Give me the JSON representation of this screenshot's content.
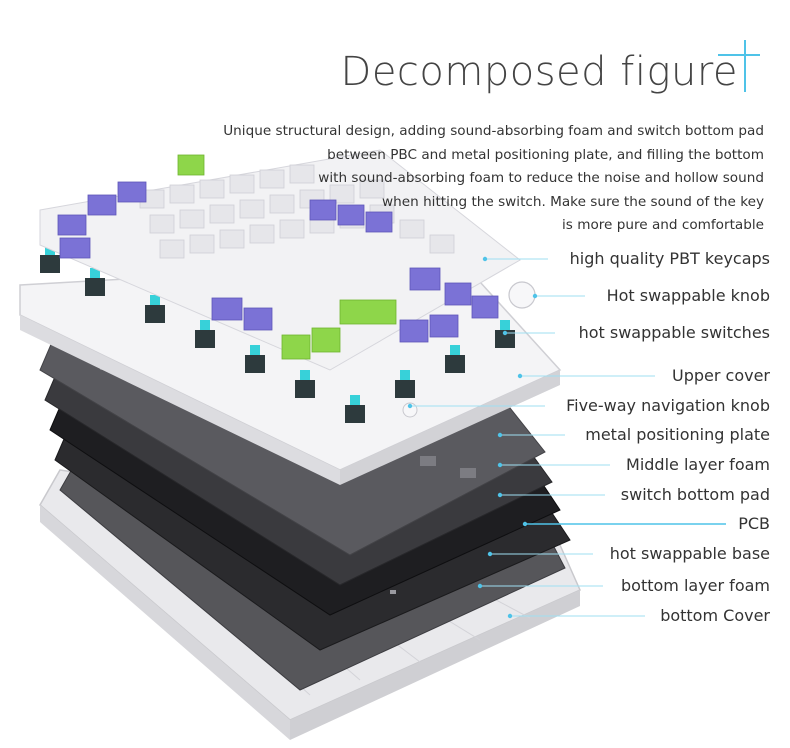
{
  "title": "Decomposed figure",
  "description_lines": [
    "Unique structural design, adding sound-absorbing foam and switch bottom pad",
    "between PBC and metal positioning plate, and filling the bottom",
    "with sound-absorbing foam to reduce the noise and hollow sound",
    "when hitting the switch. Make sure the sound of the key",
    "is more pure and comfortable"
  ],
  "callouts": [
    "high quality PBT keycaps",
    "Hot swappable knob",
    "hot swappable switches",
    "Upper cover",
    "Five-way navigation knob",
    "metal positioning plate",
    "Middle layer foam",
    "switch bottom pad",
    "PCB",
    "hot swappable base",
    "bottom layer foam",
    "bottom Cover"
  ],
  "colors": {
    "accent": "#4fc3e8",
    "keycap_purple": "#7b72d6",
    "keycap_green": "#8ed64a",
    "keycap_white": "#f2f2f4",
    "switch_cyan": "#37d1d9"
  }
}
